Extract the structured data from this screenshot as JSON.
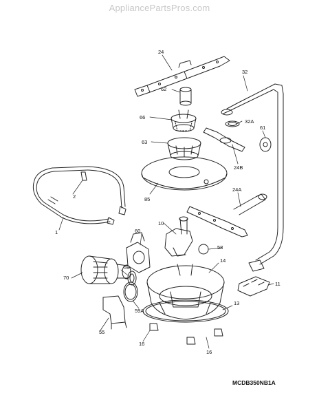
{
  "watermark": "AppliancePartsPros.com",
  "diagram_code": "MCDB350NB1A",
  "callouts": [
    "24",
    "62",
    "32",
    "66",
    "32A",
    "61",
    "63",
    "24B",
    "85",
    "24A",
    "2",
    "1",
    "60",
    "10",
    "58",
    "14",
    "70",
    "59",
    "11",
    "59A",
    "13",
    "55",
    "16",
    "16"
  ]
}
